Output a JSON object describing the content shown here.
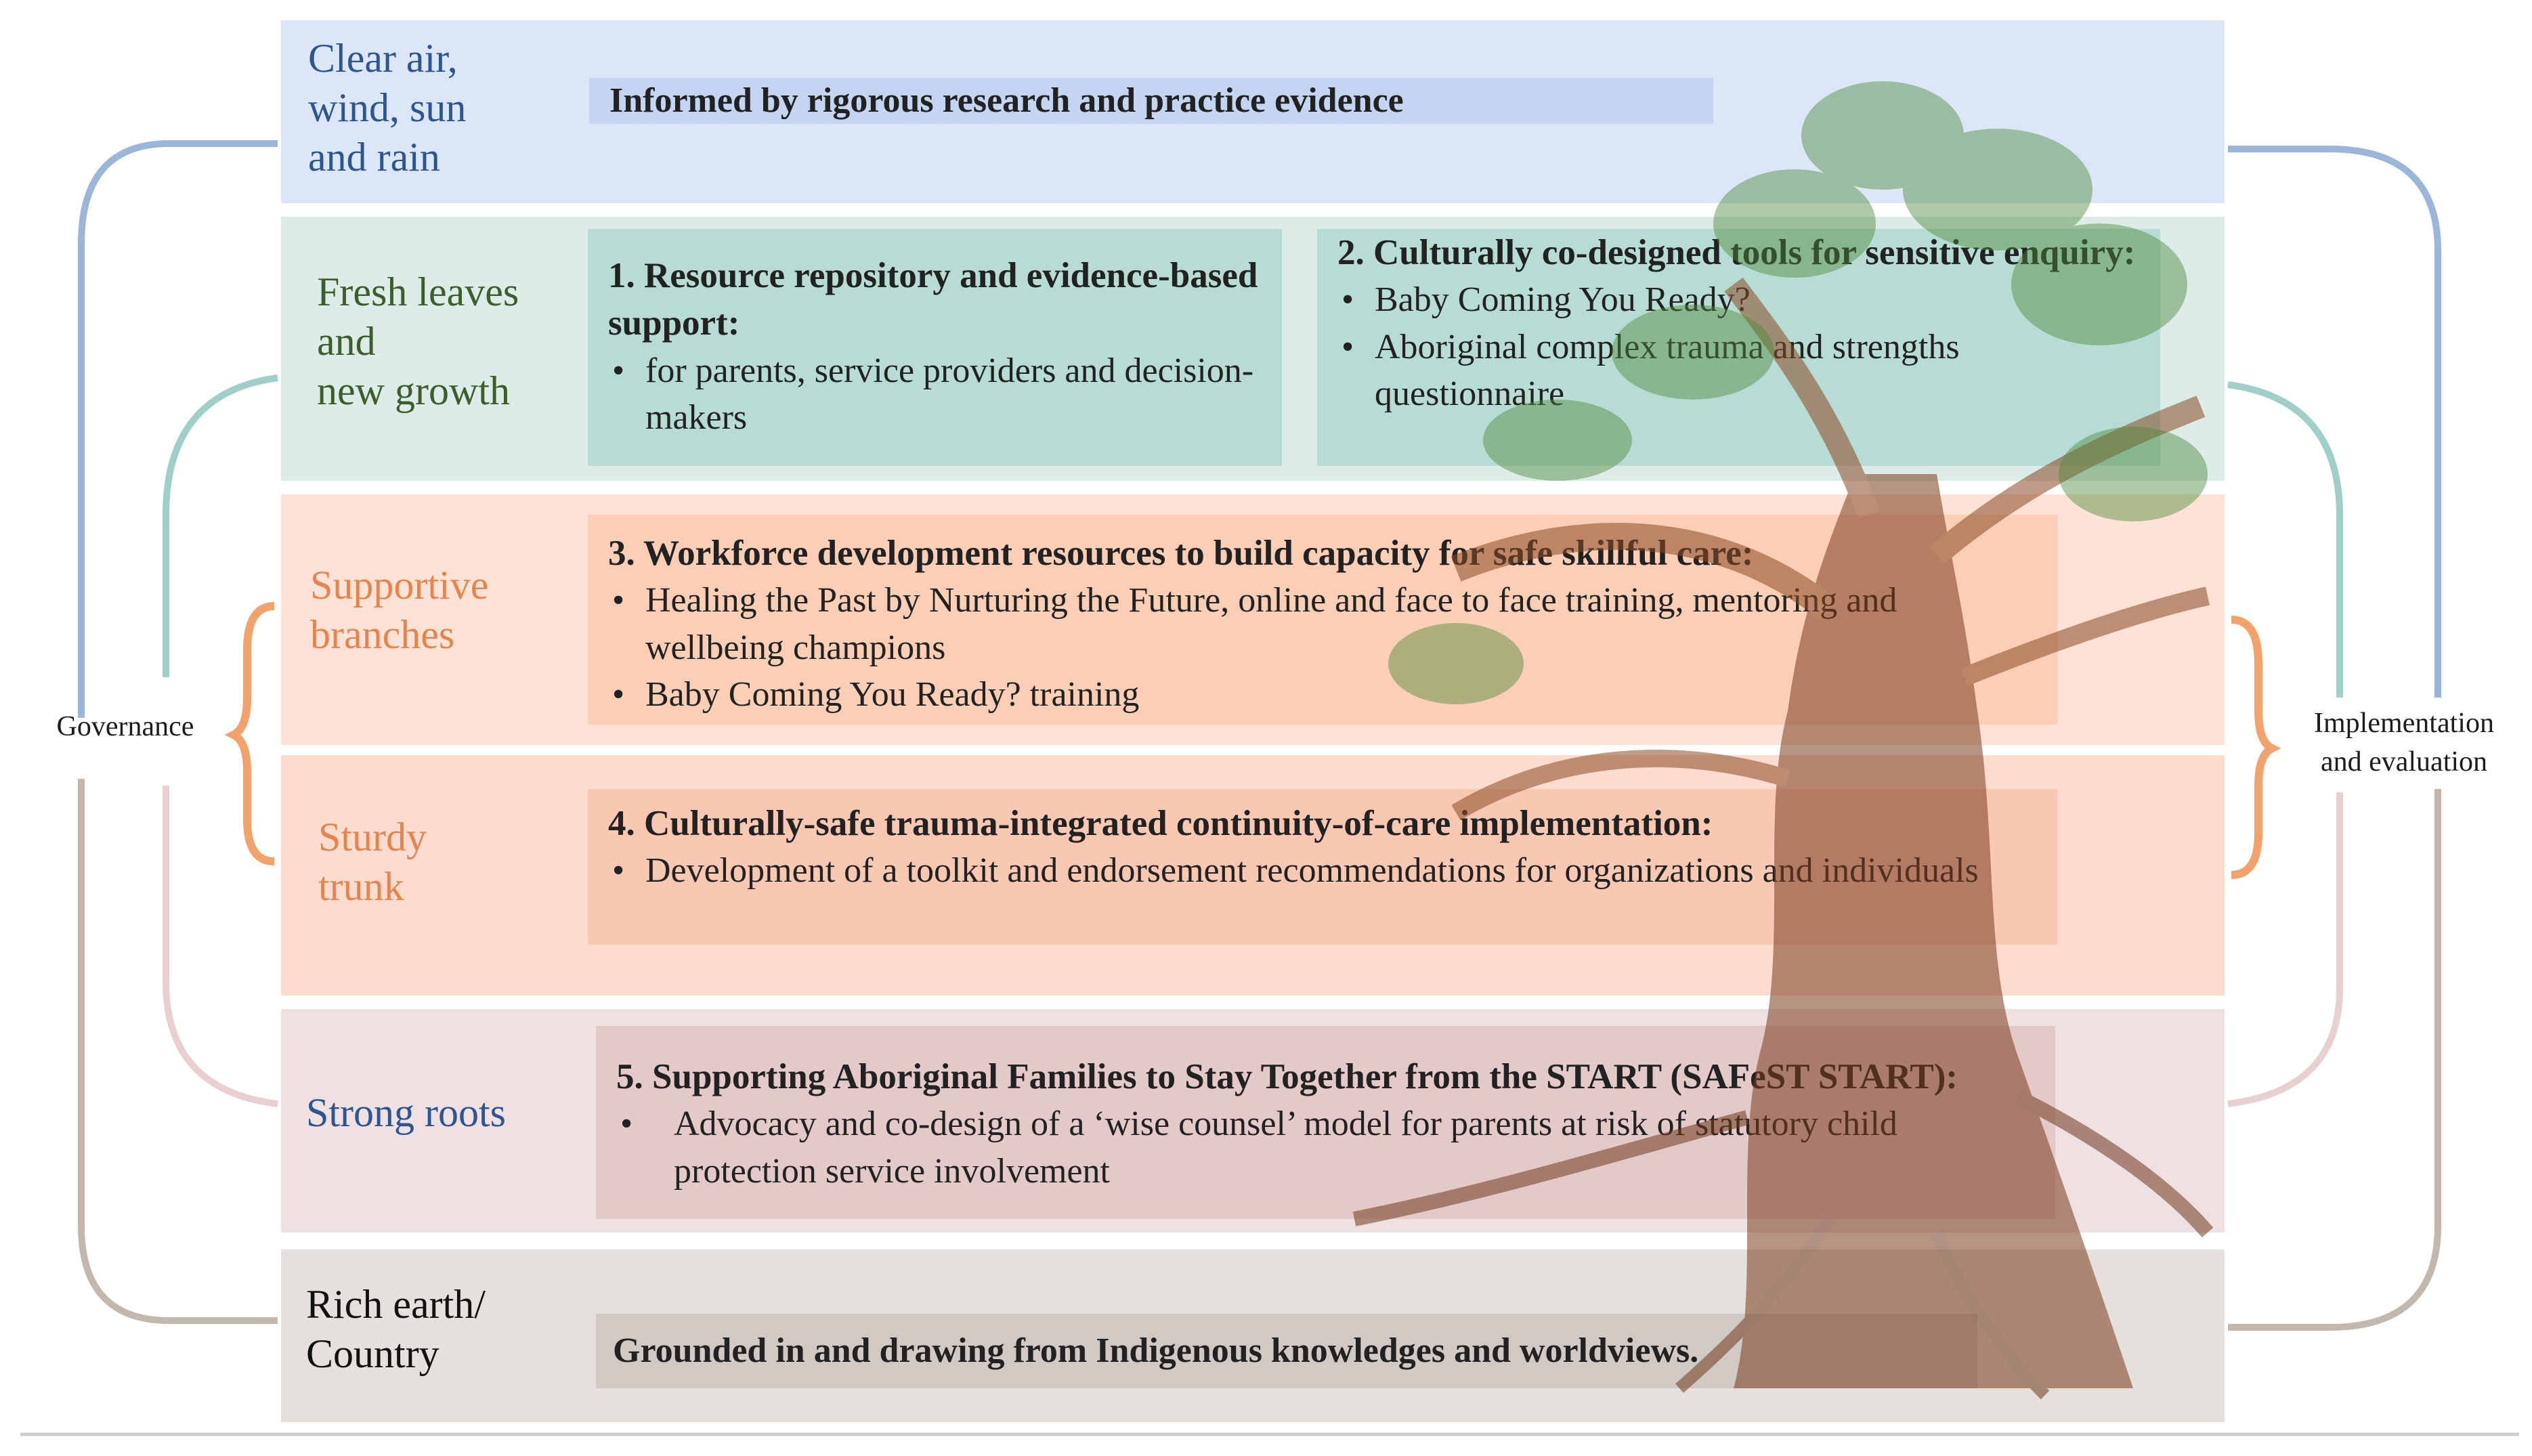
{
  "colors": {
    "air": "#dbe7f6",
    "leaves": "#dcece8",
    "branches": "#fde3d6",
    "trunk": "#fcdccf",
    "roots": "#efe0e2",
    "earth": "#e6e0dc",
    "label_blue": "#2e5590",
    "label_green": "#3c5e2a",
    "label_orange": "#e7844e",
    "label_red": "#2e5590",
    "label_black": "#111111"
  },
  "bands": {
    "air": {
      "label": "Clear air,\nwind, sun\nand rain",
      "box_text": "Informed by rigorous research and practice evidence"
    },
    "leaves": {
      "label": "Fresh leaves\nand\nnew growth",
      "box1": {
        "title": "1. Resource repository and evidence-based support:",
        "items": [
          "for parents, service providers and decision-makers"
        ]
      },
      "box2": {
        "title": "2. Culturally co-designed tools for sensitive enquiry:",
        "items": [
          "Baby Coming You Ready?",
          "Aboriginal complex trauma and strengths questionnaire"
        ]
      }
    },
    "branches": {
      "label": "Supportive\nbranches",
      "box": {
        "title": "3. Workforce development resources to build capacity for safe skillful care:",
        "items": [
          "Healing the Past by Nurturing the Future, online and face to face training, mentoring and wellbeing champions",
          "Baby Coming You Ready? training"
        ]
      }
    },
    "trunk": {
      "label": "Sturdy\ntrunk",
      "box": {
        "title": "4. Culturally-safe trauma-integrated continuity-of-care implementation:",
        "items": [
          "Development of a toolkit and endorsement recommendations for organizations and individuals"
        ]
      }
    },
    "roots": {
      "label": "Strong roots",
      "box": {
        "title": "5. Supporting Aboriginal Families to Stay Together from the START (SAFeST START):",
        "items": [
          "Advocacy and co-design of a ‘wise counsel’ model for parents at risk of statutory child protection service involvement"
        ]
      }
    },
    "earth": {
      "label": "Rich earth/\nCountry",
      "box_text": "Grounded in and drawing from Indigenous knowledges and worldviews."
    }
  },
  "side": {
    "left": "Governance",
    "right": "Implementation\nand evaluation"
  }
}
